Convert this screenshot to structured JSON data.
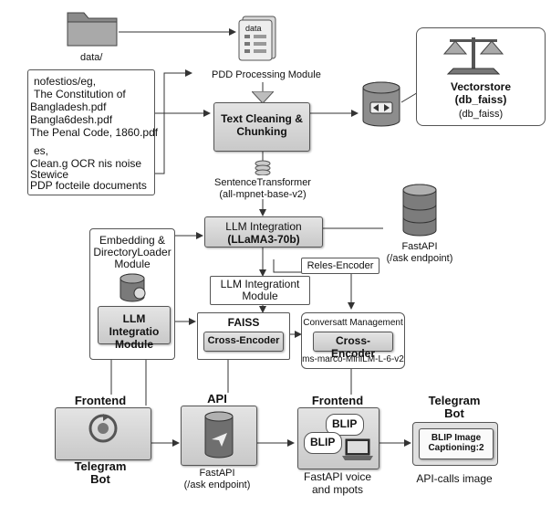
{
  "data_folder": {
    "label": "data/"
  },
  "data_doc": {
    "label": "data"
  },
  "files_box": {
    "lines": [
      "nofestios/eg,",
      "The Constitution of",
      "Bangladesh.pdf",
      "Bangla6desh.pdf",
      "The Penal Code, 1860.pdf"
    ],
    "notes": [
      "es,",
      "Clean.g OCR nis noise",
      "Stewice",
      "PDP focteile documents"
    ]
  },
  "pdd_module": {
    "label": "PDD Processing Module"
  },
  "text_cleaning": {
    "line1": "Text Cleaning &",
    "line2": "Chunking"
  },
  "vectorstore": {
    "title": "Vectorstore",
    "subtitle": "(db_faiss)",
    "sub2": "(db_faiss)"
  },
  "sentence_transformer": {
    "line1": "SentenceTransformer",
    "line2": "(all-mpnet-base-v2)"
  },
  "llm_integration_main": {
    "line1": "LLM Integration",
    "line2": "(LLaMA3-70b)"
  },
  "fastapi_right": {
    "line1": "FastAPI",
    "line2": "(/ask endpoint)"
  },
  "embedding_module": {
    "line1": "Embedding &",
    "line2": "DirectoryLoader",
    "line3": "Module"
  },
  "llm_inner": {
    "line1": "LLM Integratio",
    "line2": "Module"
  },
  "reles_encoder": {
    "label": "Reles-Encoder"
  },
  "llm_integration2": {
    "line1": "LLM Integrationt",
    "line2": "Module"
  },
  "faiss": {
    "label": "FAISS",
    "inner": "Cross-Encoder"
  },
  "conversation": {
    "title": "Conversatt Management",
    "inner": "Cross-Encoder",
    "model": "ms-marco-MiniLM-L-6-v2"
  },
  "bottom_frontend": {
    "label": "Frontend",
    "bot_line1": "Telegram",
    "bot_line2": "Bot"
  },
  "bottom_api": {
    "label": "API",
    "line1": "FastAPI",
    "line2": "(/ask endpoint)"
  },
  "bottom_frontend2": {
    "label": "Frontend",
    "bubble1": "BLIP",
    "bubble2": "BLIP",
    "cap1": "FastAPI voice",
    "cap2": "and mpots"
  },
  "bottom_telegram": {
    "line1": "Telegram",
    "line2": "Bot",
    "inner1": "BLIP Image",
    "inner2": "Captioning:2",
    "caption": "API-calls image"
  }
}
